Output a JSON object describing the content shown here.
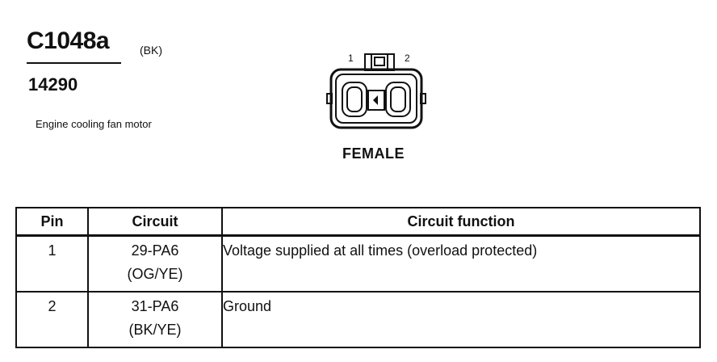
{
  "connector": {
    "id": "C1048a",
    "color_code": "(BK)",
    "part_number": "14290",
    "description": "Engine cooling fan motor",
    "view": "FEMALE",
    "pin_labels": [
      "1",
      "2"
    ]
  },
  "table": {
    "headers": {
      "pin": "Pin",
      "circuit": "Circuit",
      "function": "Circuit function"
    },
    "rows": [
      {
        "pin": "1",
        "circuit": "29-PA6",
        "wire_color": "(OG/YE)",
        "function": "Voltage supplied at all times (overload protected)"
      },
      {
        "pin": "2",
        "circuit": "31-PA6",
        "wire_color": "(BK/YE)",
        "function": "Ground"
      }
    ]
  }
}
